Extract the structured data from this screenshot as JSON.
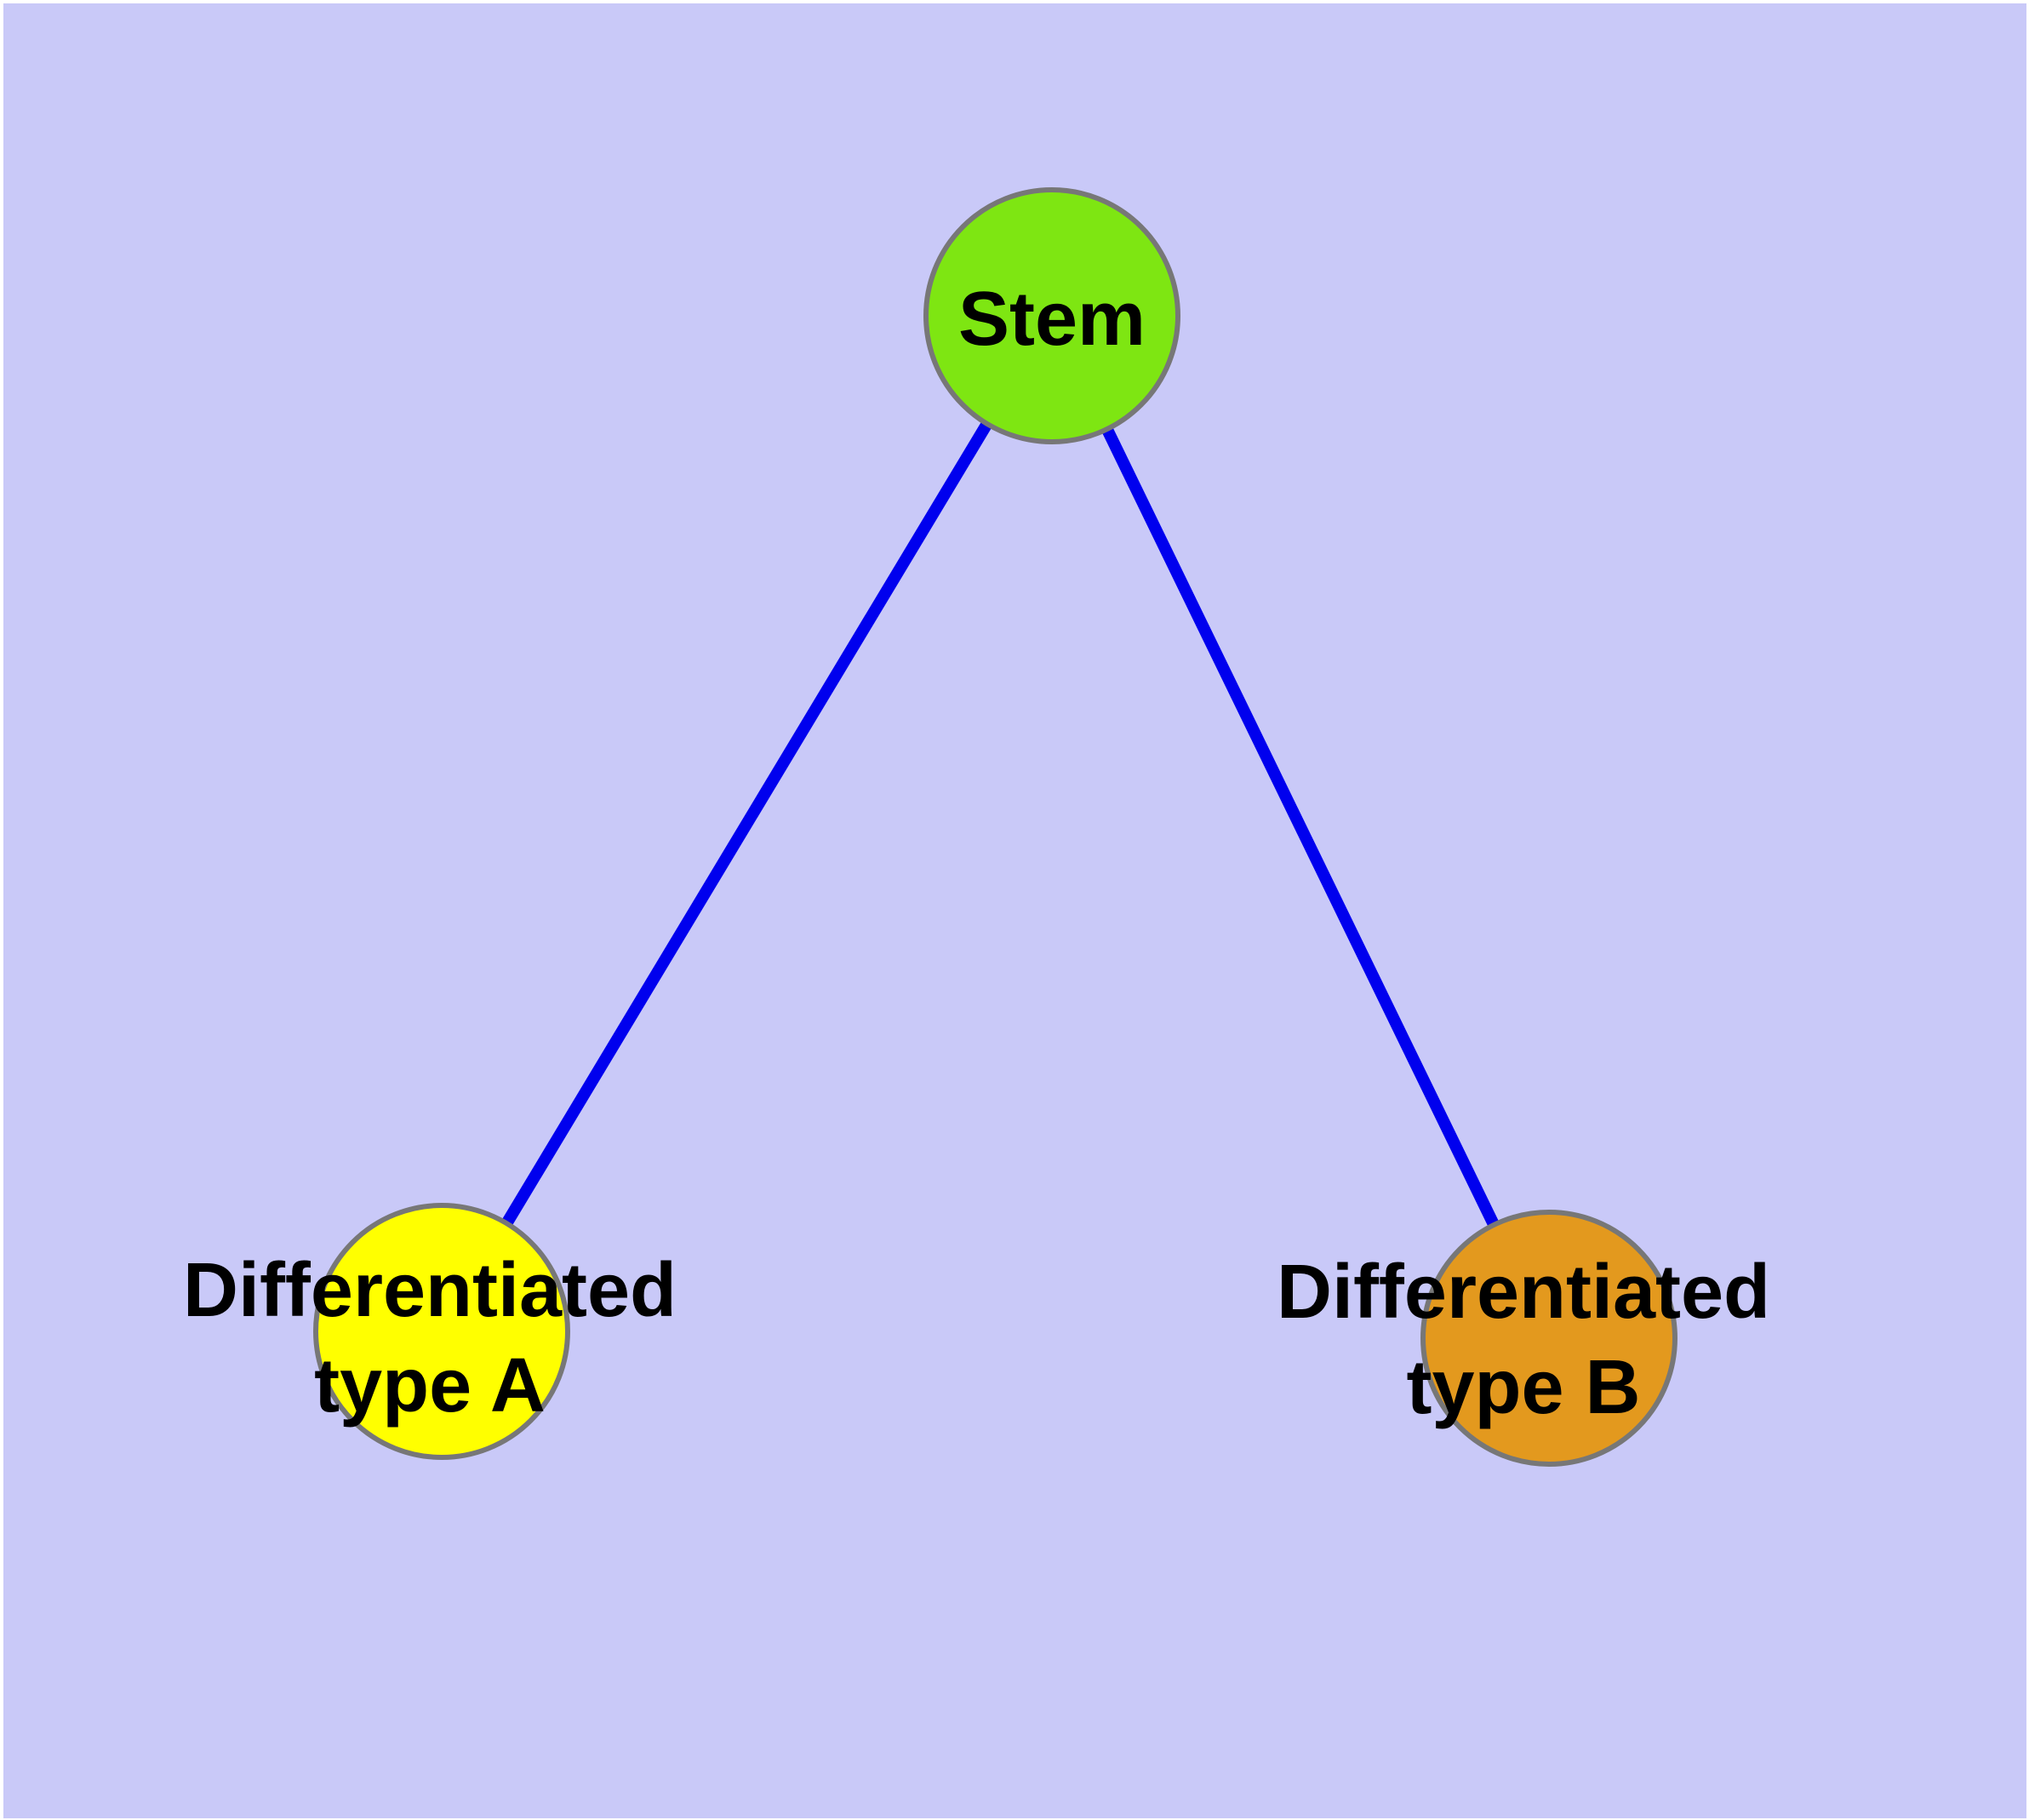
{
  "diagram": {
    "type": "graph",
    "background_color": "#C9C9F8",
    "frame_color": "#FFFFFF",
    "edge_color": "#0000EE",
    "node_border_color": "#777777",
    "label_color": "#000000",
    "nodes": [
      {
        "id": "stem",
        "label": "Stem",
        "color": "#7EE612"
      },
      {
        "id": "diff-a",
        "label": "Differentiated type A",
        "label_lines": [
          "Differentiated",
          "type A"
        ],
        "color": "#FFFF00"
      },
      {
        "id": "diff-b",
        "label": "Differentiated type B",
        "label_lines": [
          "Differentiated",
          "type B"
        ],
        "color": "#E3991E"
      }
    ],
    "edges": [
      {
        "from": "Stem",
        "to": "Differentiated type A"
      },
      {
        "from": "Stem",
        "to": "Differentiated type B"
      }
    ]
  }
}
